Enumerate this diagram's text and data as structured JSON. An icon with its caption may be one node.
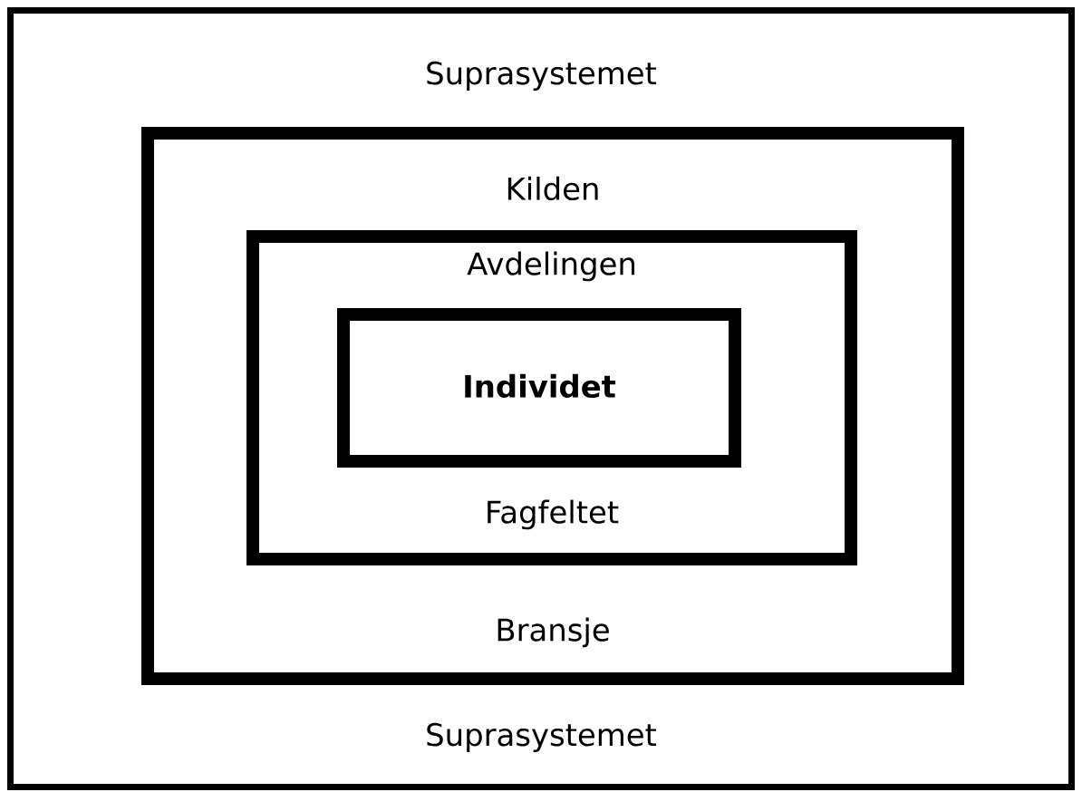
{
  "diagram": {
    "nodes": [
      {
        "text": [
          "Suprasystemet",
          "Suprasystemet"
        ]
      },
      {
        "text": [
          "Kilden",
          "Bransje"
        ],
        "in": 0
      },
      {
        "text": [
          "Avdelingen",
          "Fagfeltet"
        ],
        "in": 1
      },
      {
        "text": [
          "Individet"
        ],
        "in": 2
      }
    ]
  }
}
